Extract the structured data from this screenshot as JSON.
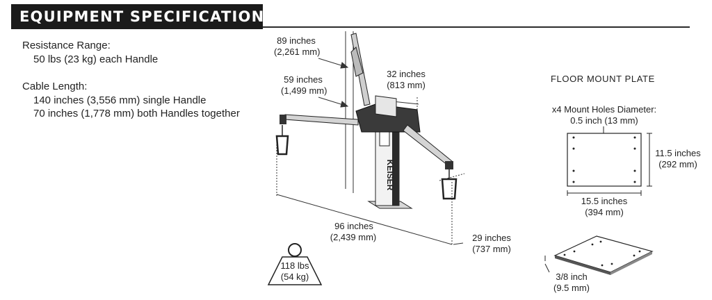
{
  "header": {
    "title": "EQUIPMENT SPECIFICATIONS"
  },
  "specs": {
    "resistance_label": "Resistance Range:",
    "resistance_value": "50 lbs (23 kg) each Handle",
    "cable_label": "Cable Length:",
    "cable_single": "140 inches (3,556 mm) single Handle",
    "cable_both": "70 inches (1,778 mm) both Handles together"
  },
  "machine": {
    "height_max_in": "89 inches",
    "height_max_mm": "(2,261 mm)",
    "height_mid_in": "59 inches",
    "height_mid_mm": "(1,499 mm)",
    "depth_in": "32 inches",
    "depth_mm": "(813 mm)",
    "width_in": "96 inches",
    "width_mm": "(2,439 mm)",
    "base_in": "29 inches",
    "base_mm": "(737 mm)",
    "brand": "KEISER",
    "weight_lbs": "118 lbs",
    "weight_kg": "(54 kg)"
  },
  "floor_plate": {
    "title": "FLOOR MOUNT PLATE",
    "holes_label": "x4 Mount Holes Diameter:",
    "holes_value": "0.5 inch (13 mm)",
    "height_in": "11.5 inches",
    "height_mm": "(292 mm)",
    "width_in": "15.5 inches",
    "width_mm": "(394 mm)",
    "thickness_in": "3/8 inch",
    "thickness_mm": "(9.5 mm)"
  }
}
